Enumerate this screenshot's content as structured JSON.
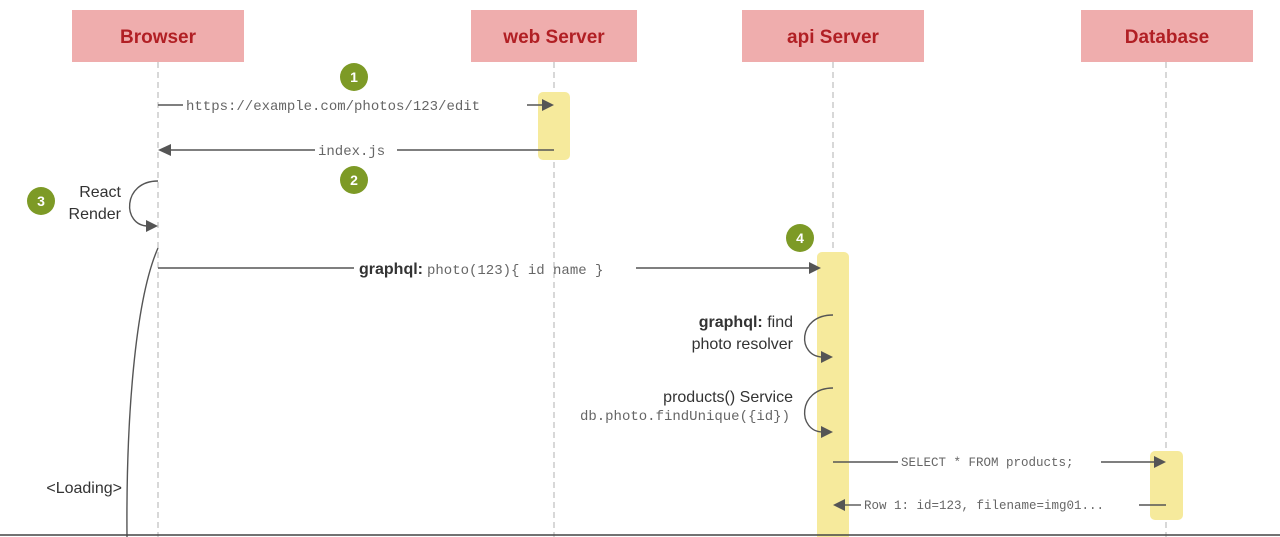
{
  "participants": [
    {
      "id": "browser",
      "label": "Browser"
    },
    {
      "id": "web",
      "label": "web Server"
    },
    {
      "id": "api",
      "label": "api Server"
    },
    {
      "id": "db",
      "label": "Database"
    }
  ],
  "steps": [
    "1",
    "2",
    "3",
    "4"
  ],
  "messages": {
    "request_url": "https://example.com/photos/123/edit",
    "response_index": "index.js",
    "graphql_keyword": "graphql:",
    "graphql_query": "photo(123){ id name }",
    "sql_query": "SELECT * FROM products;",
    "sql_result": "Row 1: id=123, filename=img01..."
  },
  "self_notes": {
    "react_render": {
      "line1": "React",
      "line2": "Render"
    },
    "find_resolver": {
      "keyword": "graphql:",
      "line1_rest": " find",
      "line2": "photo resolver"
    },
    "products_service": {
      "line1": "products() Service",
      "line2": "db.photo.findUnique({id})"
    },
    "loading": "<Loading>"
  },
  "colors": {
    "participant_fill": "#efadad",
    "participant_text": "#b11f24",
    "activation_fill": "#f6ea9c",
    "step_badge": "#7d9a26",
    "arrow": "#555555"
  }
}
